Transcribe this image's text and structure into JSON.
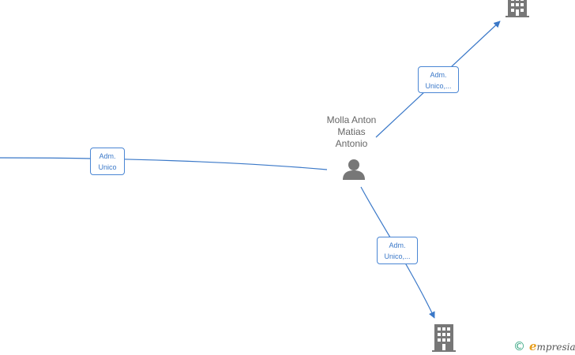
{
  "colors": {
    "edge": "#3a78c8",
    "node": "#777777",
    "label_text": "#3a78c8"
  },
  "center_node": {
    "name_lines": [
      "Molla Anton",
      "Matias",
      "Antonio"
    ],
    "icon": "person-icon"
  },
  "company_nodes": [
    {
      "icon": "building-icon"
    },
    {
      "icon": "building-icon"
    }
  ],
  "edges": [
    {
      "label_lines": [
        "Adm.",
        "Unico,..."
      ]
    },
    {
      "label_lines": [
        "Adm.",
        "Unico"
      ]
    },
    {
      "label_lines": [
        "Adm.",
        "Unico,..."
      ]
    }
  ],
  "watermark": {
    "symbol": "©",
    "brand_initial": "e",
    "brand_rest": "mpresia"
  }
}
